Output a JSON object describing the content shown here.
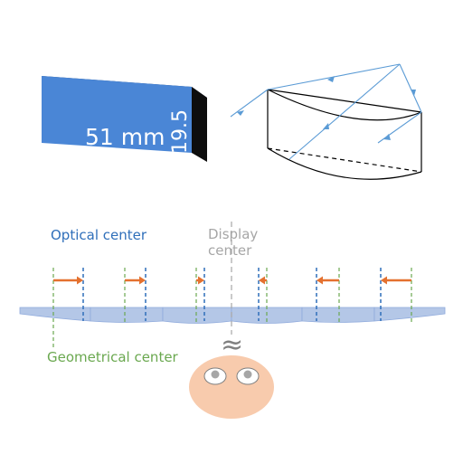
{
  "block": {
    "width_label": "51 mm",
    "height_label": "19.5"
  },
  "labels": {
    "optical_center": "Optical center",
    "display_center_line1": "Display",
    "display_center_line2": "center",
    "geometrical_center": "Geometrical center",
    "approx": "≈"
  },
  "colors": {
    "block_front": "#4a86d6",
    "block_top": "#27466f",
    "block_side": "#0d0d0d",
    "ray": "#5b9bd5",
    "optical": "#2f6fba",
    "geometrical": "#6aa84f",
    "display": "#a6a6a6",
    "arrow": "#e4712f",
    "lens": "#b4c7e7",
    "face": "#f8cbad"
  },
  "lens_segments": [
    {
      "optical": 92,
      "geometric": 59,
      "arrow": "right"
    },
    {
      "optical": 161,
      "geometric": 138,
      "arrow": "right"
    },
    {
      "optical": 226,
      "geometric": 217,
      "arrow": "right"
    },
    {
      "optical": 286,
      "geometric": 295,
      "arrow": "left"
    },
    {
      "optical": 350,
      "geometric": 375,
      "arrow": "left"
    },
    {
      "optical": 421,
      "geometric": 455,
      "arrow": "left"
    }
  ]
}
